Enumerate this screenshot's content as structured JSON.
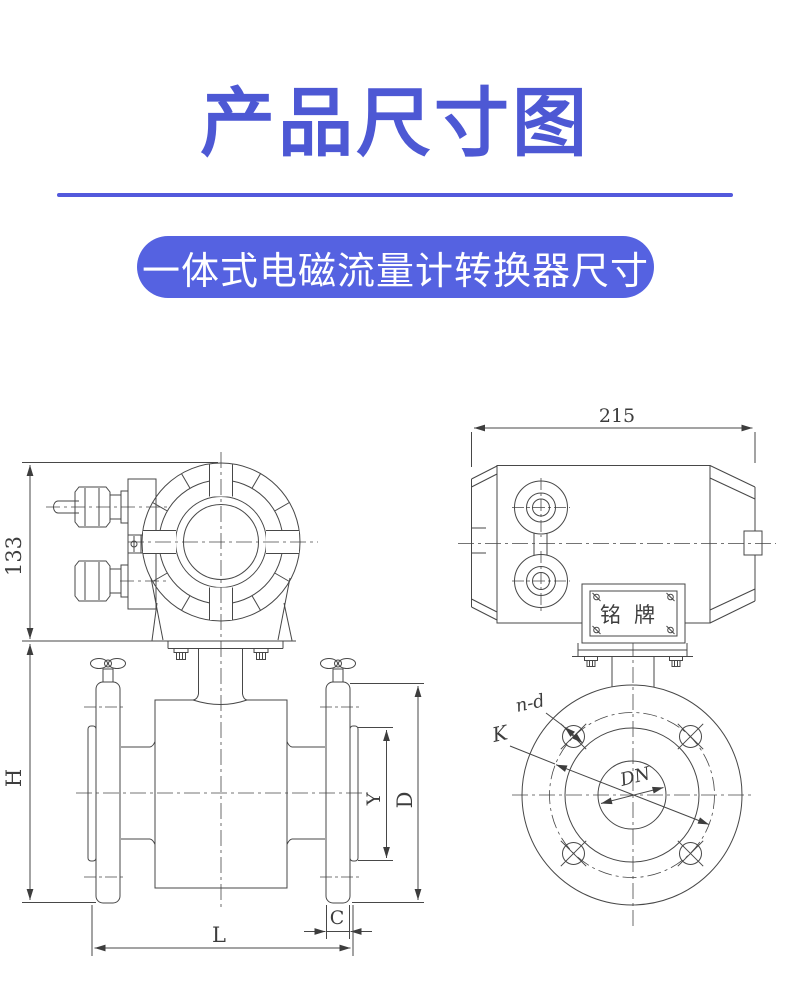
{
  "page": {
    "title": "产品尺寸图",
    "subtitle": "一体式电磁流量计转换器尺寸",
    "accent_color": "#4d58d4",
    "pill_color": "#5562e1",
    "line_color": "#454545"
  },
  "drawing": {
    "side_view": {
      "converter_height": "133",
      "body_height": "H",
      "overall_length": "L",
      "flange_thickness": "C",
      "flange_diameter": "D",
      "liner_face_span": "Y"
    },
    "top_view": {
      "converter_width": "215",
      "nameplate": "铭牌"
    },
    "flange_view": {
      "bore": "DN",
      "bolt_circle": "K",
      "bolt_holes": "n-d"
    }
  }
}
